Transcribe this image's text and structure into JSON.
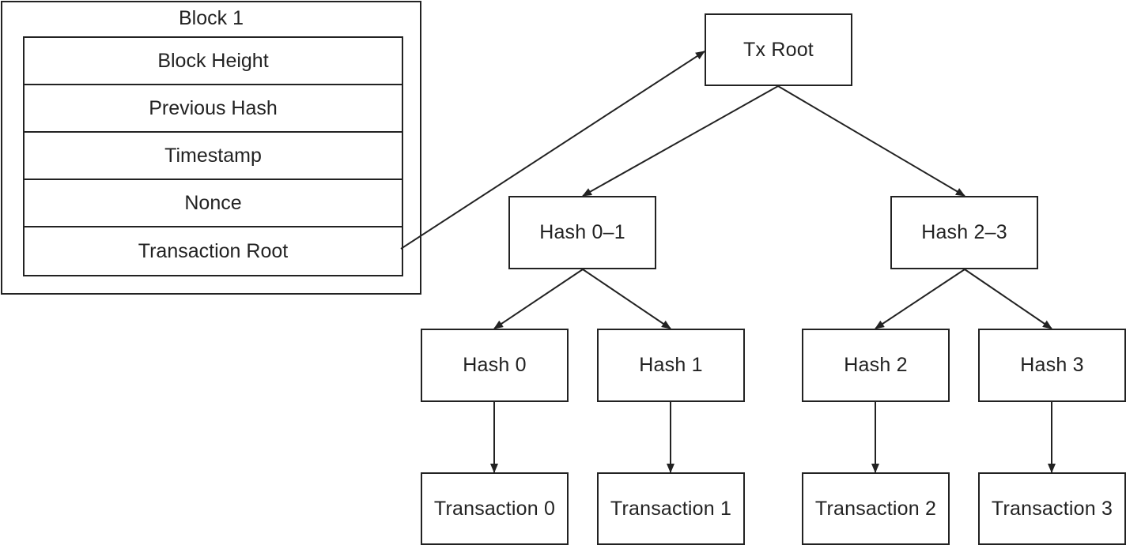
{
  "block": {
    "title": "Block 1",
    "fields": [
      "Block Height",
      "Previous Hash",
      "Timestamp",
      "Nonce",
      "Transaction Root"
    ]
  },
  "tree": {
    "root": "Tx Root",
    "hash_01": "Hash 0–1",
    "hash_23": "Hash 2–3",
    "hash_0": "Hash 0",
    "hash_1": "Hash 1",
    "hash_2": "Hash 2",
    "hash_3": "Hash 3",
    "tx_0": "Transaction 0",
    "tx_1": "Transaction 1",
    "tx_2": "Transaction 2",
    "tx_3": "Transaction 3"
  }
}
